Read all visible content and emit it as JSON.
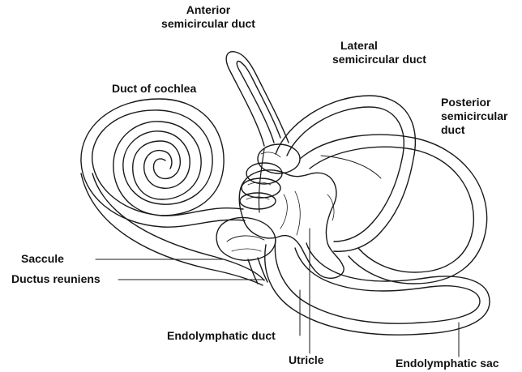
{
  "diagram": {
    "colors": {
      "stroke": "#1a1a1a",
      "fill": "#ffffff",
      "text": "#111111"
    },
    "labels": {
      "anterior_duct": [
        "Anterior",
        "semicircular duct"
      ],
      "lateral_duct": [
        "Lateral",
        "semicircular duct"
      ],
      "posterior_duct": [
        "Posterior",
        "semicircular",
        "duct"
      ],
      "duct_of_cochlea": "Duct of cochlea",
      "saccule": "Saccule",
      "ductus_reuniens": "Ductus reuniens",
      "endolymphatic_duct": "Endolymphatic duct",
      "utricle": "Utricle",
      "endolymphatic_sac": "Endolymphatic sac"
    }
  }
}
